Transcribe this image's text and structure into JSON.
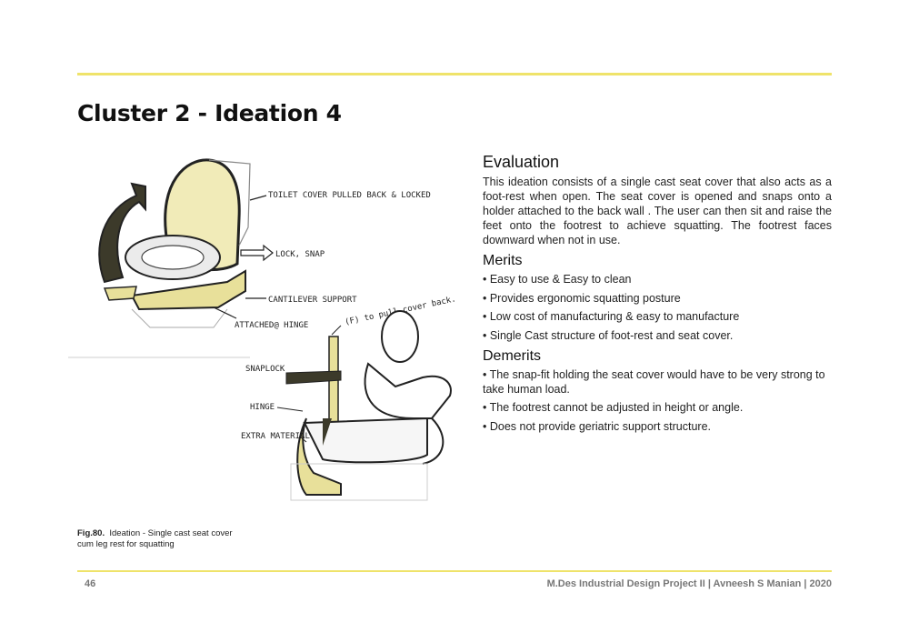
{
  "title": "Cluster 2 - Ideation 4",
  "sketch": {
    "annotations": {
      "toilet_cover": "TOILET COVER PULLED BACK & LOCKED",
      "lock_snap": "LOCK, SNAP",
      "cantilever": "CANTILEVER SUPPORT",
      "attached_hinge": "ATTACHED@ HINGE",
      "pull_cover": "(F) to pull cover back.",
      "snap_lock": "SNAPLOCK",
      "hinge": "HINGE",
      "extra_material": "EXTRA MATERIAL"
    }
  },
  "caption": {
    "label": "Fig.80.",
    "text": "Ideation - Single cast seat cover cum leg rest for squatting"
  },
  "evaluation": {
    "heading": "Evaluation",
    "body": "This ideation consists of a single cast seat cover that also acts as a foot-rest when open. The seat cover is opened and snaps onto a holder attached to the back wall . The user can then sit and raise the feet onto the footrest to achieve squatting. The footrest faces downward when not in use."
  },
  "merits": {
    "heading": "Merits",
    "items": [
      "• Easy to use & Easy to clean",
      "• Provides ergonomic squatting posture",
      "• Low cost of manufacturing & easy to manufacture",
      "• Single Cast structure of foot-rest and seat cover."
    ]
  },
  "demerits": {
    "heading": "Demerits",
    "items": [
      "• The snap-fit holding the seat cover would have to be very strong to take human load.",
      "• The footrest cannot be adjusted in height or angle.",
      "• Does not provide geriatric support structure."
    ]
  },
  "footer": {
    "page_number": "46",
    "credit": "M.Des Industrial Design Project II | Avneesh S Manian | 2020"
  },
  "colors": {
    "accent_rule": "#efe36a",
    "sketch_fill": "#e8e09a",
    "sketch_dark": "#3c3a2a"
  }
}
